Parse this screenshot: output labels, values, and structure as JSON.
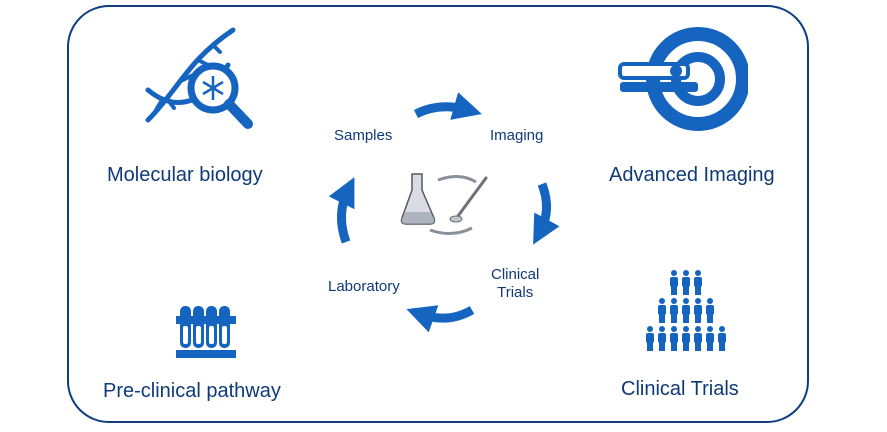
{
  "corners": {
    "molecular_biology": "Molecular biology",
    "advanced_imaging": "Advanced Imaging",
    "preclinical": "Pre-clinical pathway",
    "clinical_trials": "Clinical Trials"
  },
  "cycle": {
    "samples": "Samples",
    "imaging": "Imaging",
    "clinical_line1": "Clinical",
    "clinical_line2": "Trials",
    "laboratory": "Laboratory"
  },
  "colors": {
    "accent": "#1565c0",
    "dark": "#0e3e80",
    "text": "#0f3a78"
  },
  "icons": [
    "dna-magnifier-icon",
    "mri-scanner-icon",
    "test-tubes-icon",
    "people-pyramid-icon",
    "flask-spatula-icon"
  ]
}
